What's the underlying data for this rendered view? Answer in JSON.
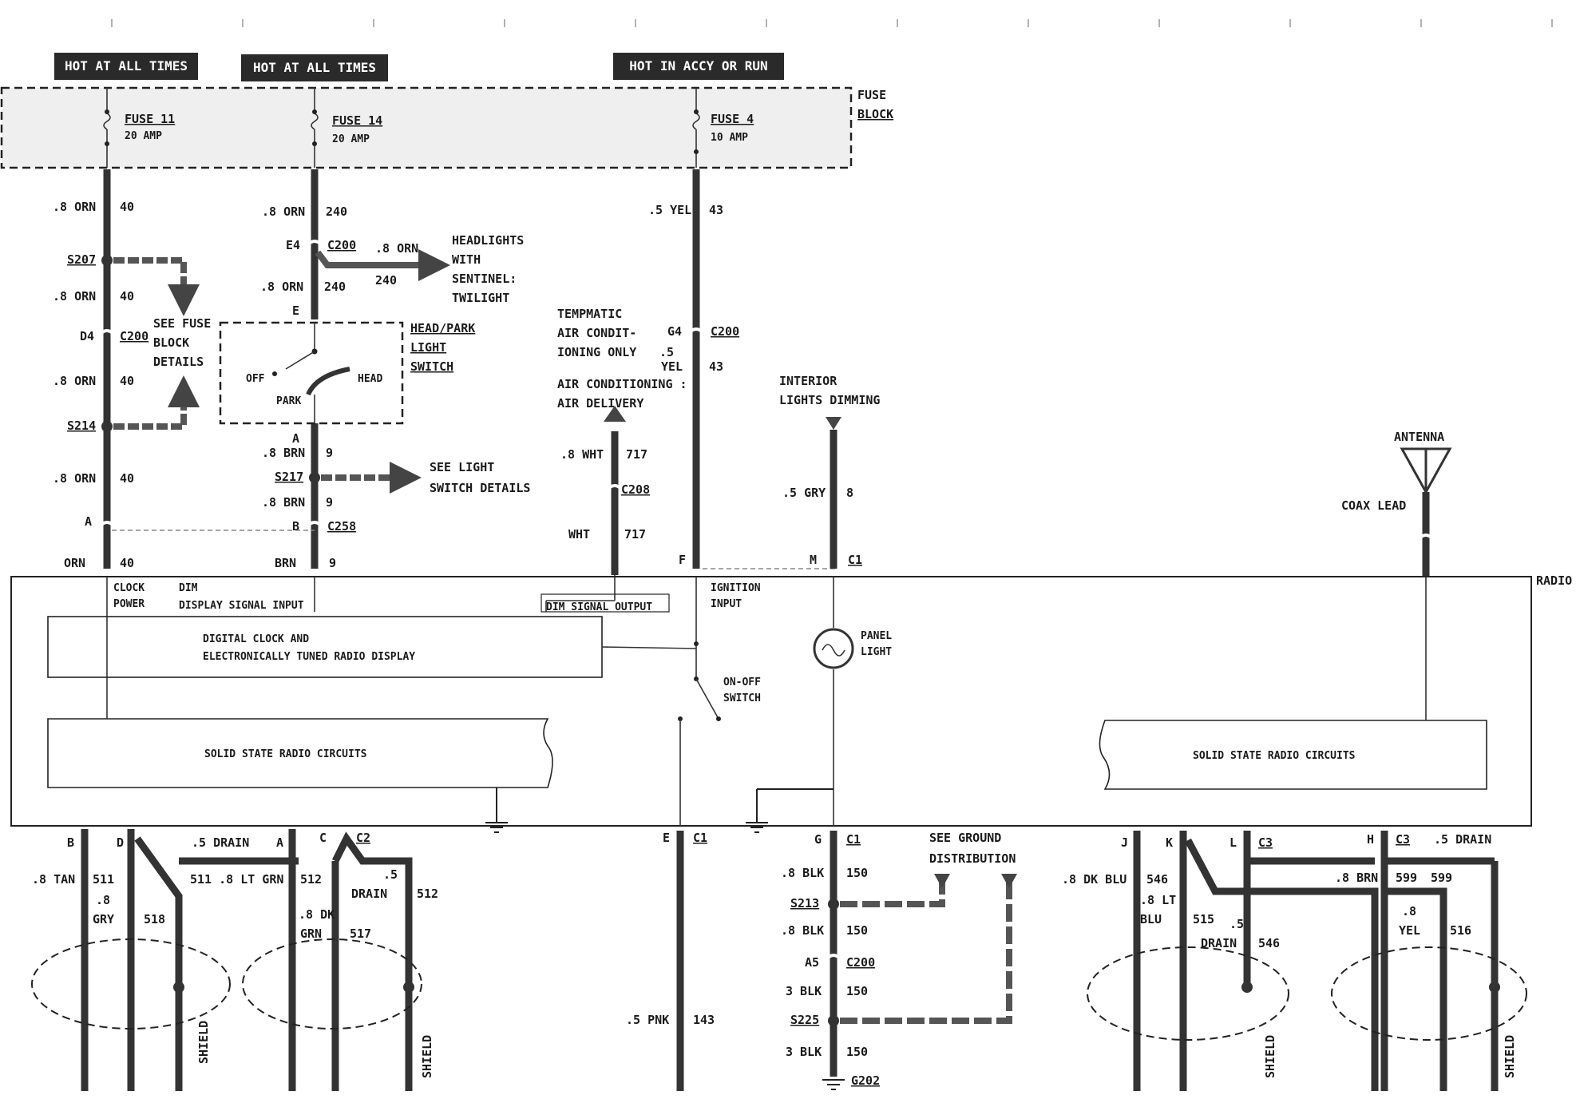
{
  "headers": {
    "h1": "HOT AT ALL TIMES",
    "h2": "HOT AT ALL TIMES",
    "h3": "HOT IN ACCY OR RUN"
  },
  "fuse_block": {
    "l1": "FUSE",
    "l2": "BLOCK"
  },
  "fuses": [
    {
      "name": "FUSE 11",
      "rating": "20 AMP"
    },
    {
      "name": "FUSE 14",
      "rating": "20 AMP"
    },
    {
      "name": "FUSE 4",
      "rating": "10 AMP"
    }
  ],
  "col1": {
    "w1": ".8 ORN",
    "c1": "40",
    "s207": "S207",
    "w2": ".8 ORN",
    "c2": "40",
    "d4": "D4",
    "c200": "C200",
    "w3": ".8 ORN",
    "c3": "40",
    "s214": "S214",
    "w4": ".8 ORN",
    "c4": "40",
    "a": "A",
    "w5": "ORN",
    "c5": "40",
    "see1": "SEE FUSE",
    "see2": "BLOCK",
    "see3": "DETAILS"
  },
  "col2": {
    "w1": ".8 ORN",
    "c1": "240",
    "e4": "E4",
    "c200": "C200",
    "hw": ".8 ORN",
    "hc": "240",
    "h1": "HEADLIGHTS",
    "h2": "WITH",
    "h3": "SENTINEL:",
    "h4": "TWILIGHT",
    "w2": ".8 ORN",
    "c2": "240",
    "e": "E",
    "sw1": "HEAD/PARK",
    "sw2": "LIGHT",
    "sw3": "SWITCH",
    "off": "OFF",
    "head": "HEAD",
    "park": "PARK",
    "a": "A",
    "w3": ".8 BRN",
    "c3": "9",
    "s217": "S217",
    "see1": "SEE LIGHT",
    "see2": "SWITCH DETAILS",
    "w4": ".8 BRN",
    "c4": "9",
    "b": "B",
    "c258": "C258",
    "w5": "BRN",
    "c5": "9"
  },
  "ac": {
    "t1": "TEMPMATIC",
    "t2": "AIR CONDIT-",
    "t3": "IONING ONLY",
    "a1": "AIR CONDITIONING :",
    "a2": "AIR DELIVERY",
    "w1": ".8 WHT",
    "c1": "717",
    "c208": "C208",
    "w2": "WHT",
    "c2": "717"
  },
  "col3": {
    "w1": ".5 YEL",
    "c1": "43",
    "g4": "G4",
    "c200": "C200",
    "w2a": ".5",
    "w2b": "YEL",
    "c2": "43",
    "f": "F"
  },
  "dim": {
    "l1": "INTERIOR",
    "l2": "LIGHTS DIMMING",
    "w": ".5 GRY",
    "c": "8",
    "m": "M",
    "c1": "C1"
  },
  "antenna": {
    "label": "ANTENNA",
    "coax": "COAX LEAD"
  },
  "radio": {
    "label": "RADIO",
    "clock": "CLOCK",
    "power": "POWER",
    "dim": "DIM",
    "dsi": "DISPLAY SIGNAL INPUT",
    "dso": "DIM SIGNAL OUTPUT",
    "ign1": "IGNITION",
    "ign2": "INPUT",
    "disp1": "DIGITAL CLOCK AND",
    "disp2": "ELECTRONICALLY TUNED RADIO DISPLAY",
    "panel1": "PANEL",
    "panel2": "LIGHT",
    "onoff1": "ON-OFF",
    "onoff2": "SWITCH",
    "ssr1": "SOLID STATE RADIO CIRCUITS",
    "ssr2": "SOLID STATE RADIO CIRCUITS"
  },
  "bottom": {
    "B": "B",
    "D": "D",
    "A": "A",
    "C": "C",
    "C2": "C2",
    "drain1": ".5 DRAIN",
    "tan": ".8 TAN",
    "c511": "511",
    "gry1": ".8",
    "gry2": "GRY",
    "c518": "518",
    "ltgrn": "511 .8 LT GRN",
    "c512a": "512",
    "dkgrn1": ".8 DK",
    "dkgrn2": "GRN",
    "c517": "517",
    "dr2a": ".5",
    "dr2b": "DRAIN",
    "c512b": "512",
    "shield": "SHIELD",
    "E": "E",
    "C1e": "C1",
    "pnk": ".5 PNK",
    "c143": "143",
    "G": "G",
    "C1g": "C1",
    "blk1": ".8 BLK",
    "c150a": "150",
    "s213": "S213",
    "blk2": ".8 BLK",
    "c150b": "150",
    "a5": "A5",
    "c200": "C200",
    "blk3": "3 BLK",
    "c150c": "150",
    "s225": "S225",
    "blk4": "3 BLK",
    "c150d": "150",
    "g202": "G202",
    "sg1": "SEE GROUND",
    "sg2": "DISTRIBUTION",
    "J": "J",
    "K": "K",
    "L": "L",
    "C3a": "C3",
    "H": "H",
    "C3b": "C3",
    "drain3": ".5 DRAIN",
    "dkblu": ".8 DK BLU",
    "c546a": "546",
    "ltblu1": ".8 LT",
    "ltblu2": "BLU",
    "c515": "515",
    "dr4a": ".5",
    "dr4b": "DRAIN",
    "c546b": "546",
    "brn": ".8 BRN",
    "c599a": "599",
    "c599b": "599",
    "yel1": ".8",
    "yel2": "YEL",
    "c516": "516"
  }
}
